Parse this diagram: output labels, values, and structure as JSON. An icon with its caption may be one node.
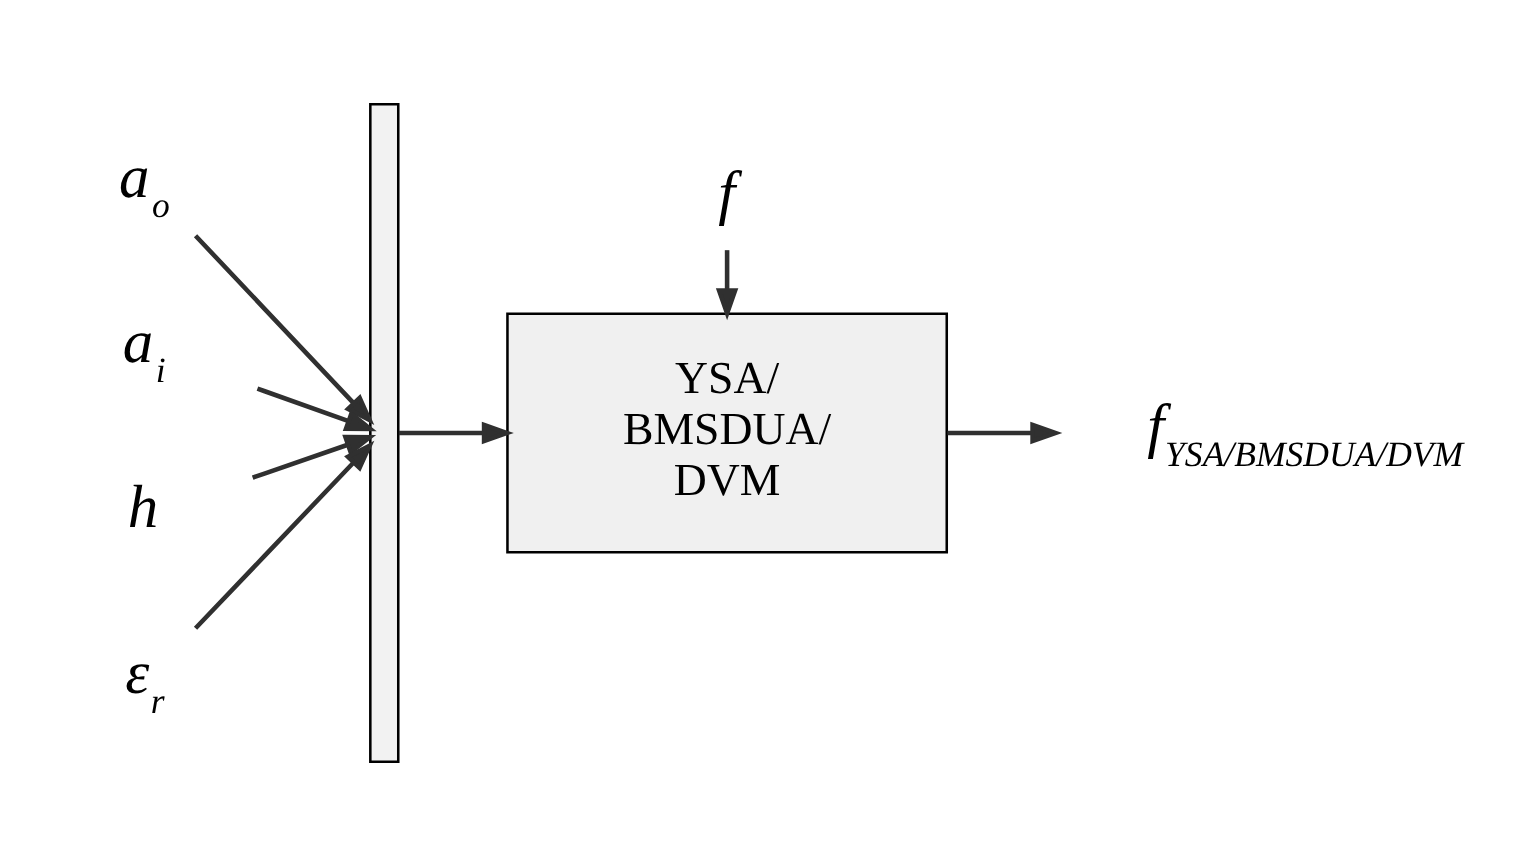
{
  "diagram": {
    "nodes": [
      {
        "text": [
          "a$_{o}$"
        ]
      },
      {
        "text": [
          "a$_{i}$"
        ]
      },
      {
        "text": [
          "h"
        ]
      },
      {
        "text": [
          "ε$_{r}$"
        ]
      },
      {
        "text": [],
        "shape": "bar"
      },
      {
        "text": [
          "f"
        ]
      },
      {
        "text": [
          "YSA/ BMSDUA/ DVM"
        ]
      },
      {
        "text": [
          "f$_{YSA/BMSDUA/DVM}$"
        ]
      }
    ],
    "edges": [
      {
        "from": 0,
        "to": 4,
        "arrow": "to"
      },
      {
        "from": 1,
        "to": 4,
        "arrow": "to"
      },
      {
        "from": 2,
        "to": 4,
        "arrow": "to"
      },
      {
        "from": 3,
        "to": 4,
        "arrow": "to"
      },
      {
        "from": 4,
        "to": 6,
        "arrow": "to"
      },
      {
        "from": 5,
        "to": 6,
        "arrow": "to"
      },
      {
        "from": 6,
        "to": 7,
        "arrow": "to"
      }
    ]
  }
}
